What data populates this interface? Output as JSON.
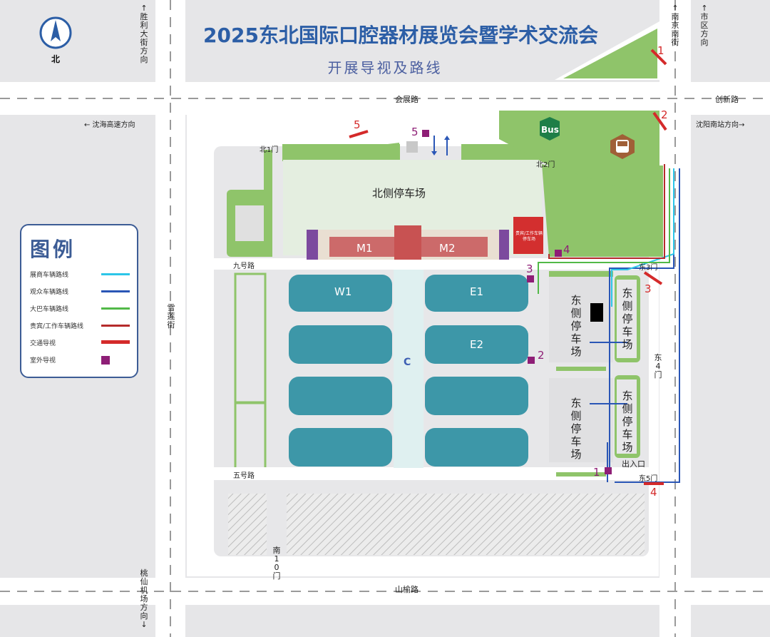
{
  "title": "2025东北国际口腔器材展览会暨学术交流会",
  "subtitle": "开展导视及路线",
  "compass": {
    "label": "北",
    "icon": "north-arrow-icon"
  },
  "legend": {
    "title": "图例",
    "items": [
      {
        "label": "展商车辆路线",
        "color": "#2cc5e8",
        "kind": "line"
      },
      {
        "label": "观众车辆路线",
        "color": "#2a56b6",
        "kind": "line"
      },
      {
        "label": "大巴车辆路线",
        "color": "#52b948",
        "kind": "line"
      },
      {
        "label": "贵宾/工作车辆路线",
        "color": "#b52b2b",
        "kind": "line"
      },
      {
        "label": "交通导视",
        "color": "#d42a2a",
        "kind": "bar"
      },
      {
        "label": "室外导视",
        "color": "#8e1e76",
        "kind": "square"
      }
    ]
  },
  "roads": {
    "huizhan": "会展路",
    "jiuhao": "九号路",
    "wuhao": "五号路",
    "shanyu": "山榆路",
    "xuelian": "雪莲街",
    "chuangxin": "创新路",
    "shengli": "↑胜利大街方向",
    "nanjing": "↑南京南街",
    "shiqu": "↑市区方向",
    "shenhai": "← 沈海高速方向",
    "shenyangnan": "沈阳南站方向→",
    "taoxian": "桃仙机场方向↓"
  },
  "gates": {
    "north1": "北1门",
    "north2": "北2门",
    "east3": "东3门",
    "east4": "东4门",
    "east5": "东5门",
    "south10": "南10门",
    "exit": "出入口"
  },
  "areas": {
    "north_parking": "北侧停车场",
    "east_parking": "东侧停车场",
    "vip_parking": "贵宾/工作车辆停车场",
    "bus": "Bus",
    "m1": "M1",
    "m2": "M2",
    "w1": "W1",
    "e1": "E1",
    "e2": "E2",
    "c": "C"
  },
  "markers": {
    "m1": "1",
    "m2": "2",
    "m3": "3",
    "m4": "4",
    "m5": "5"
  },
  "colors": {
    "exhibitor": "#2cc5e8",
    "visitor": "#2a56b6",
    "bus": "#52b948",
    "vip": "#b52b2b",
    "traffic": "#d42a2a",
    "outdoor": "#8e1e76",
    "hall": "#3d97a8",
    "green": "#8fc46a",
    "road": "#ffffff"
  }
}
